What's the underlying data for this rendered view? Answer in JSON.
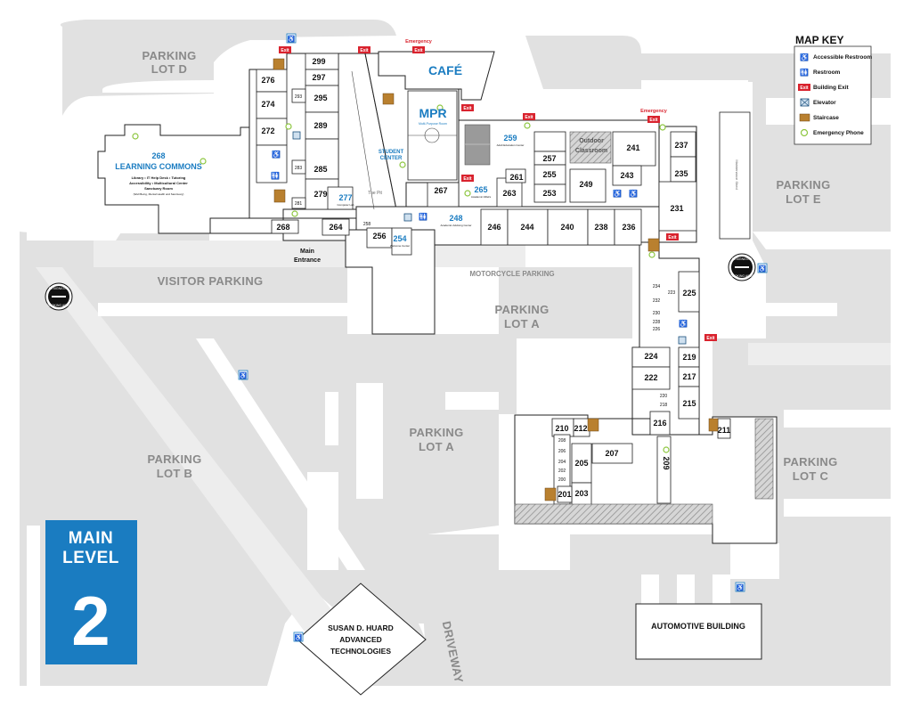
{
  "level": {
    "title_line1": "MAIN",
    "title_line2": "LEVEL",
    "number": "2"
  },
  "map_key": {
    "title": "MAP KEY",
    "items": [
      {
        "icon": "accessible-restroom-icon",
        "label": "Accessible Restroom"
      },
      {
        "icon": "restroom-icon",
        "label": "Restroom"
      },
      {
        "icon": "building-exit-icon",
        "label": "Building Exit"
      },
      {
        "icon": "elevator-icon",
        "label": "Elevator"
      },
      {
        "icon": "staircase-icon",
        "label": "Staircase"
      },
      {
        "icon": "emergency-phone-icon",
        "label": "Emergency Phone"
      }
    ]
  },
  "parking": {
    "lot_d": [
      "PARKING",
      "LOT D"
    ],
    "lot_e": [
      "PARKING",
      "LOT E"
    ],
    "visitor": "VISITOR PARKING",
    "lot_a_upper": [
      "PARKING",
      "LOT A"
    ],
    "lot_a_lower": [
      "PARKING",
      "LOT A"
    ],
    "lot_b": [
      "PARKING",
      "LOT B"
    ],
    "lot_c": [
      "PARKING",
      "LOT C"
    ],
    "motorcycle": "MOTORCYCLE PARKING"
  },
  "labels": {
    "main_entrance": [
      "Main",
      "Entrance"
    ],
    "cafe": "CAFÉ",
    "mpr": "MPR",
    "mpr_sub": "Multi-Purpose Room",
    "student_center": [
      "STUDENT",
      "CENTER"
    ],
    "the_pit": "The Pit",
    "emergency": "Emergency",
    "exit": "Exit",
    "outdoor": [
      "Outdoor",
      "Classroom"
    ],
    "driveway": "DRIVEWAY",
    "automotive": "AUTOMOTIVE BUILDING",
    "huard": [
      "SUSAN D. HUARD",
      "ADVANCED",
      "TECHNOLOGIES"
    ],
    "maintenance": "Maintenance Shed",
    "smoking": [
      "DESIGNATED",
      "SMOKING AREA"
    ]
  },
  "learning_commons": {
    "number": "268",
    "name": "LEARNING COMMONS",
    "line1": "Library  •  IT Help Desk  •  Tutoring",
    "line2": "Accessibility  •  Multicultural Center",
    "line3": "Sanctuary Room",
    "line4": "(Well Being, Mental Health and Sanctuary)"
  },
  "special_rooms": {
    "r277": "277",
    "r277_sub": "Computer Lab",
    "r265": "265",
    "r265_sub": "Academic Affairs",
    "r259": "259",
    "r259_sub": "Adult Education Center",
    "r254": "254",
    "r254_sub": "Welcome Center",
    "r248": "248",
    "r248_sub": "Academic Advising Center"
  },
  "rooms": [
    "299",
    "297",
    "276",
    "274",
    "293",
    "295",
    "289",
    "272",
    "283",
    "285",
    "281",
    "279",
    "268",
    "264",
    "258",
    "256",
    "267",
    "261",
    "263",
    "246",
    "244",
    "240",
    "238",
    "236",
    "257",
    "255",
    "253",
    "249",
    "243",
    "241",
    "237",
    "235",
    "231",
    "225",
    "223",
    "224",
    "222",
    "219",
    "217",
    "215",
    "216",
    "220",
    "218",
    "210",
    "212",
    "211",
    "209",
    "208",
    "207",
    "206",
    "205",
    "204",
    "203",
    "202",
    "201",
    "200",
    "234",
    "232",
    "230",
    "228",
    "226"
  ]
}
